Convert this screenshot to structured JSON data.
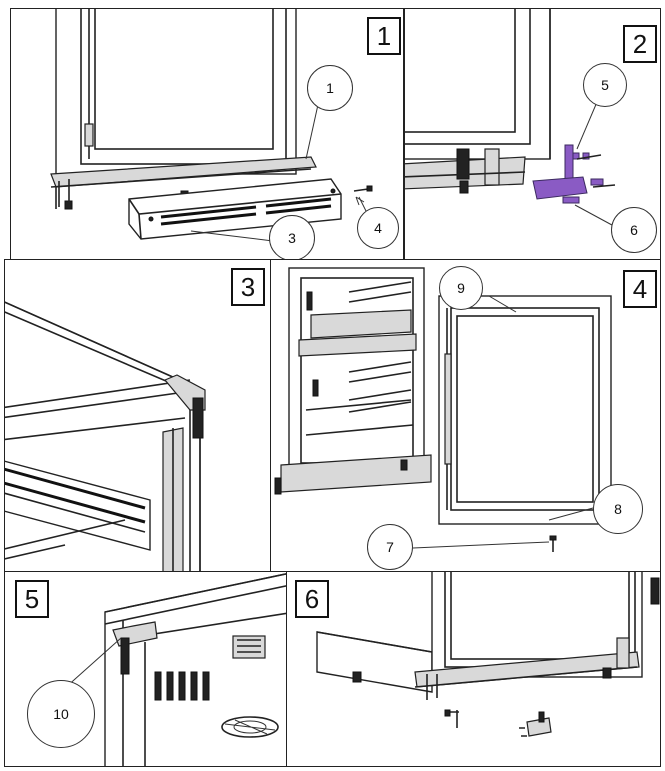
{
  "steps": [
    "1",
    "2",
    "3",
    "4",
    "5",
    "6"
  ],
  "callouts": {
    "c1": "1",
    "c3": "3",
    "c4": "4",
    "c5": "5",
    "c6": "6",
    "c7": "7",
    "c8": "8",
    "c9": "9",
    "c10": "10"
  }
}
